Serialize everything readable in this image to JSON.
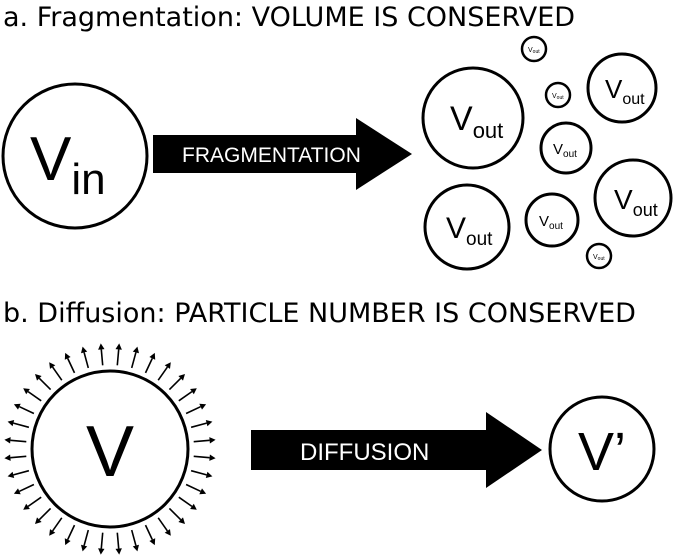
{
  "panel_a": {
    "heading": "a. Fragmentation: VOLUME IS CONSERVED",
    "arrow_label": "FRAGMENTATION",
    "input": {
      "base": "V",
      "sub": "in"
    },
    "output": {
      "base": "V",
      "sub": "out"
    }
  },
  "panel_b": {
    "heading": "b. Diffusion: PARTICLE NUMBER IS CONSERVED",
    "arrow_label": "DIFFUSION",
    "input_label": "V",
    "output_label": "V’",
    "outward_arrow_count": 36
  },
  "colors": {
    "ink": "#000000",
    "paper": "#ffffff"
  }
}
